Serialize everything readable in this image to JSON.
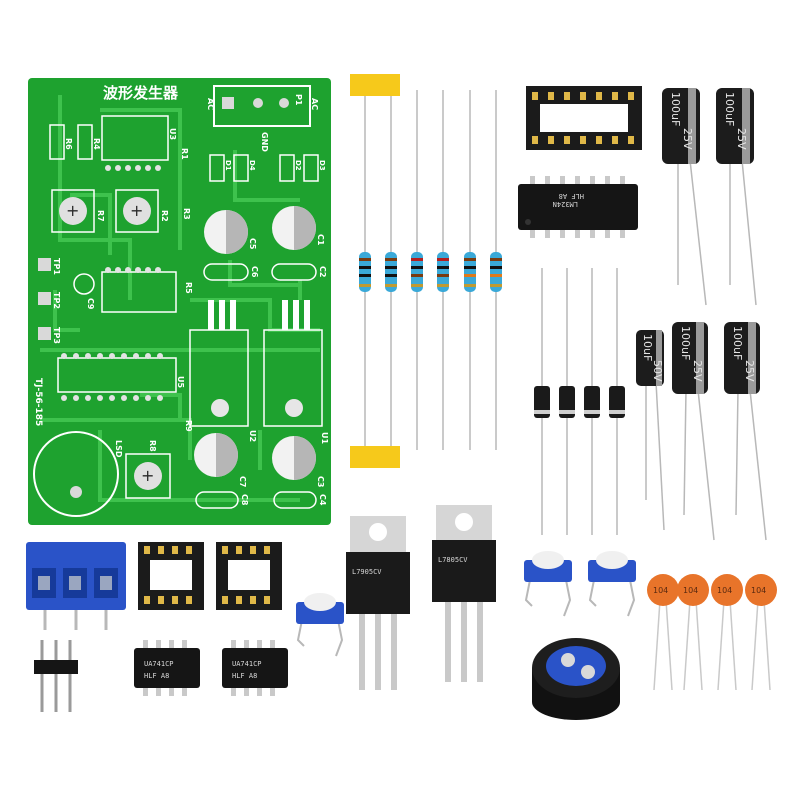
{
  "pcb": {
    "title": "波形发生器",
    "board_id": "TJ-56-185",
    "labels": {
      "ac_left": "AC",
      "ac_right": "AC",
      "p1": "P1",
      "gnd": "GND",
      "r6": "R6",
      "r4": "R4",
      "u3": "U3",
      "r1": "R1",
      "d1": "D1",
      "d2": "D2",
      "d3": "D3",
      "d4": "D4",
      "r7": "R7",
      "r2": "R2",
      "r3": "R3",
      "c5": "C5",
      "c1": "C1",
      "c6": "C6",
      "c2": "C2",
      "c9": "C9",
      "r5": "R5",
      "tp1": "TP1",
      "tp2": "TP2",
      "tp3": "TP3",
      "u5": "U5",
      "r9": "R9",
      "u2": "U2",
      "u1": "U1",
      "lsd": "LSD",
      "r8": "R8",
      "c7": "C7",
      "c8": "C8",
      "c3": "C3",
      "c4": "C4"
    }
  },
  "chips": {
    "lm324": "LM324N",
    "lm324_sub": "HLF A8",
    "ua741_a": "UA741CP",
    "ua741_a_sub": "HLF A8",
    "ua741_b": "UA741CP",
    "ua741_b_sub": "HLF A8",
    "l7905": "L7905CV",
    "l7805": "L7805CV"
  },
  "capacitors": {
    "big_value": "100uF",
    "big_voltage": "25V",
    "small_value": "10uF",
    "small_voltage": "50V",
    "ceramic_value": "104"
  },
  "colors": {
    "pcb_green": "#1ea22f",
    "pcb_trace": "#3ec24d",
    "terminal_blue": "#2a53c8",
    "resistor_blue": "#3aa9d8",
    "tape_yellow": "#f6c91b",
    "ceramic_orange": "#e8742a",
    "electrolytic_black": "#1c1c1c"
  }
}
